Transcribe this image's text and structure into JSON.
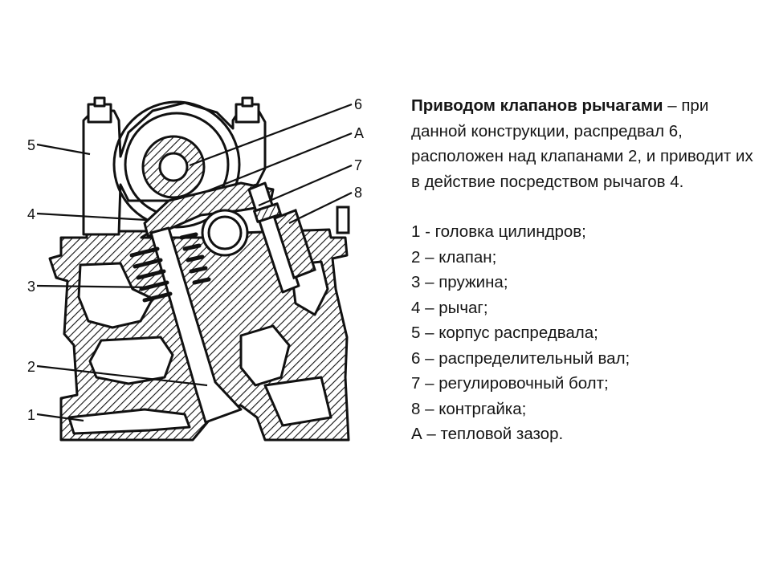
{
  "intro": {
    "bold": "Приводом клапанов рычагами",
    "rest": " – при данной конструкции, распредвал 6, расположен над клапанами 2, и приводит их в действие посредством рычагов 4."
  },
  "legend": [
    "1 - головка цилиндров;",
    "2 – клапан;",
    "3 – пружина;",
    "4 – рычаг;",
    "5 – корпус распредвала;",
    "6 – распределительный вал;",
    "7 – регулировочный болт;",
    "8 – контргайка;",
    "А – тепловой зазор."
  ],
  "callouts": {
    "c1": "1",
    "c2": "2",
    "c3": "3",
    "c4": "4",
    "c5": "5",
    "c6": "6",
    "cA": "А",
    "c7": "7",
    "c8": "8"
  }
}
